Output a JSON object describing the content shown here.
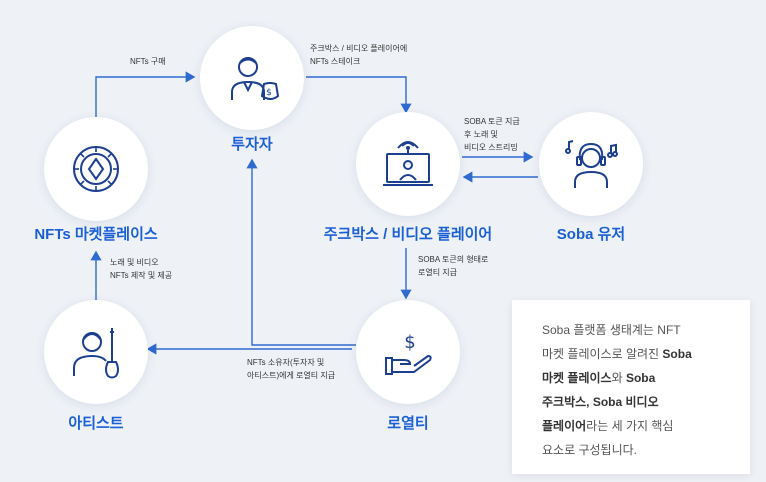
{
  "nodes": {
    "marketplace": {
      "title": "NFTs 마켓플레이스",
      "icon": "diamond-token-icon"
    },
    "investor": {
      "title": "투자자",
      "icon": "investor-icon"
    },
    "player": {
      "title": "주크박스 / 비디오 플레이어",
      "icon": "video-player-icon"
    },
    "user": {
      "title": "Soba 유저",
      "icon": "headphone-user-icon"
    },
    "artist": {
      "title": "아티스트",
      "icon": "guitar-artist-icon"
    },
    "royalty": {
      "title": "로열티",
      "icon": "dollar-hand-icon"
    }
  },
  "edges": {
    "marketplace_to_investor": "NFTs 구매",
    "investor_to_player": [
      "주크박스 / 비디오 플레이어에",
      "NFTs 스테이크"
    ],
    "player_to_user": [
      "SOBA 토큰 지급",
      "후 노래 및",
      "비디오 스트리밍"
    ],
    "player_to_royalty": [
      "SOBA 토큰의 형태로",
      "로열티 지급"
    ],
    "royalty_to_artist": [
      "NFTs 소유자(투자자 및",
      "아티스트)에게 로열티 지급"
    ],
    "artist_to_marketplace": [
      "노래 및 비디오",
      "NFTs 제작 및 제공"
    ]
  },
  "callout": {
    "p1": "Soba 플랫폼 생태계는 NFT",
    "p2": "마켓 플레이스로 알려진 ",
    "b1": "Soba",
    "b2": "마켓 플레이스",
    "p3": "와 ",
    "b3": "Soba",
    "b4": "주크박스, Soba 비디오",
    "b5": "플레이어",
    "p4": "라는 세 가지 핵심",
    "p5": "요소로 구성됩니다."
  },
  "colors": {
    "accent": "#1a5fd6",
    "arrow": "#2f6ad0",
    "icon": "#1d3f8f",
    "background": "#eef1f6"
  }
}
